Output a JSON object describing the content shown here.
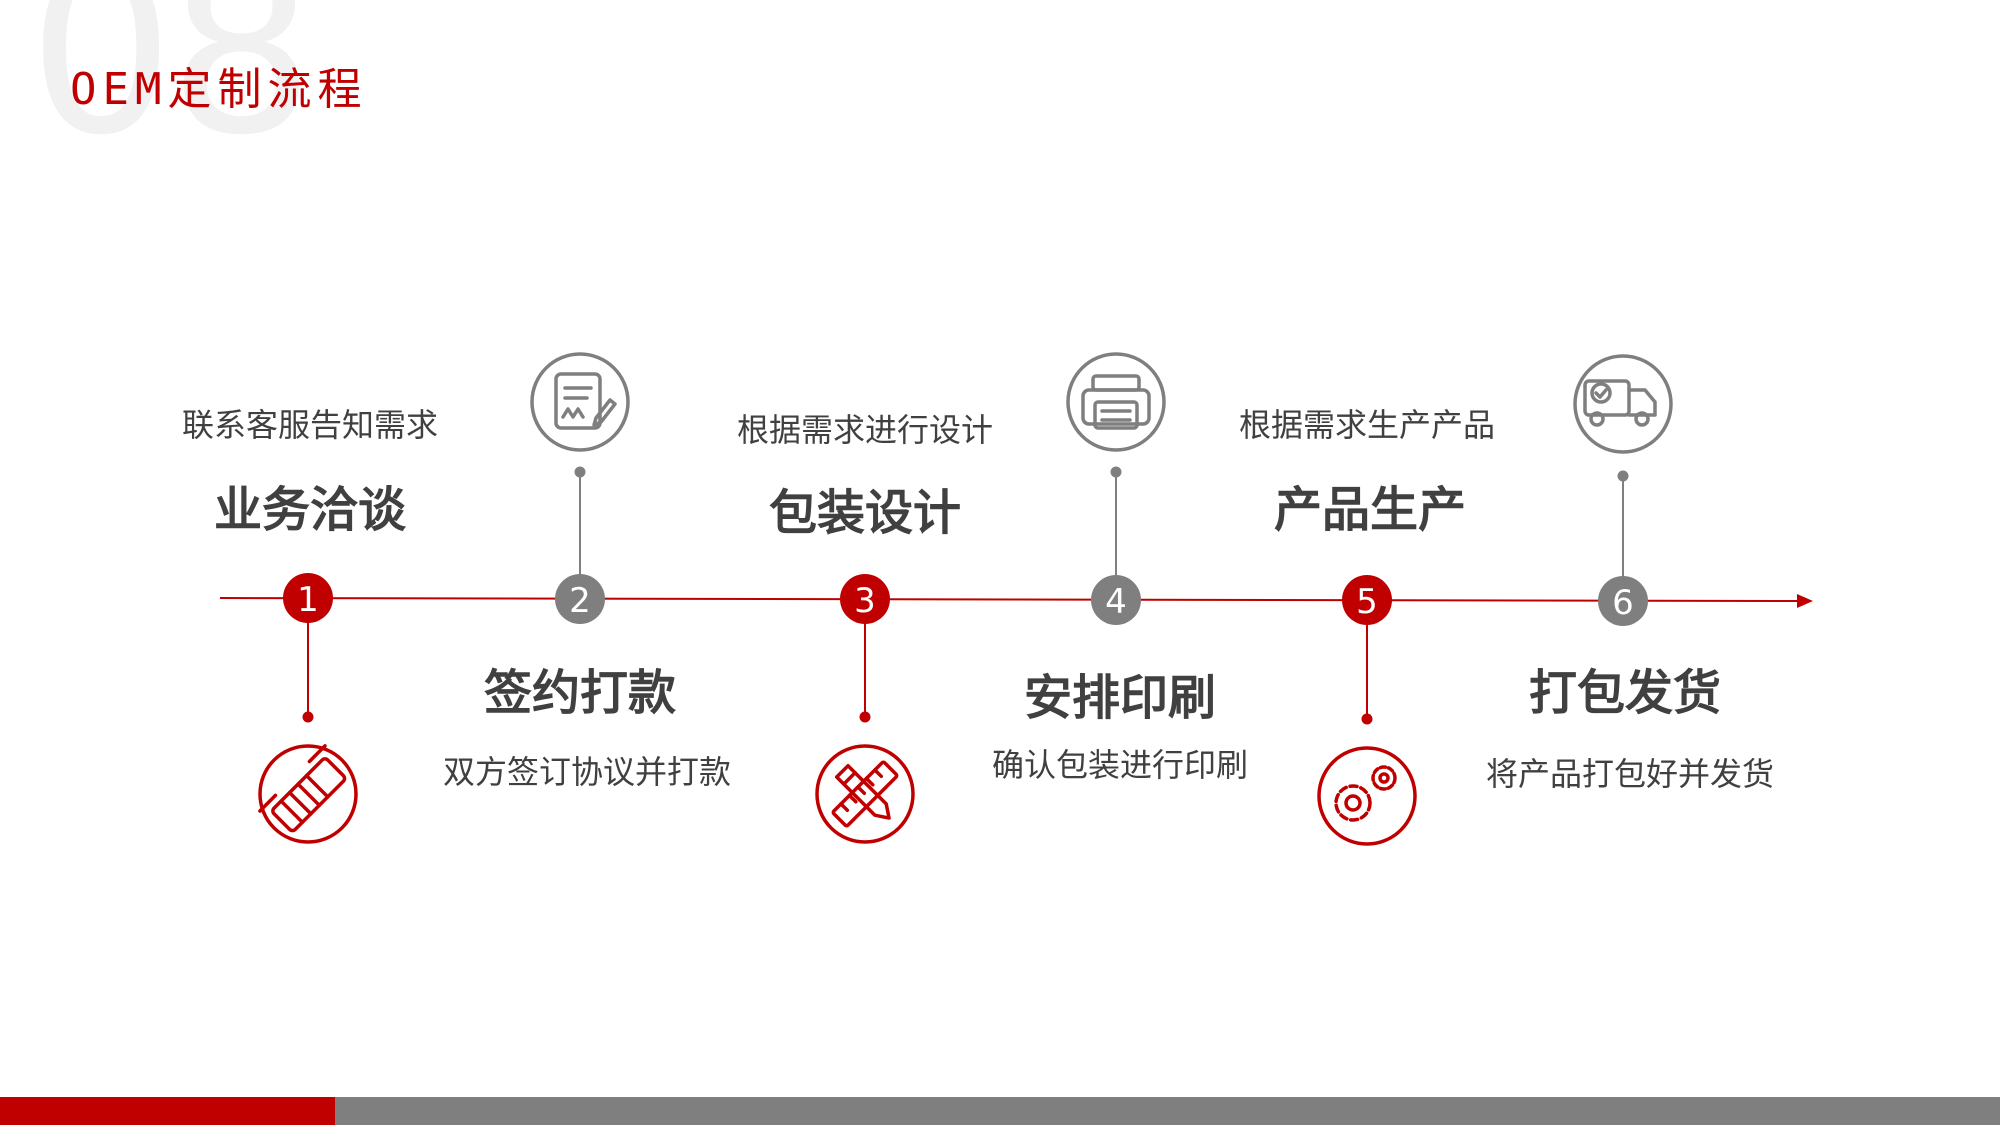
{
  "background_number": "08",
  "title": "OEM定制流程",
  "colors": {
    "accent": "#c00000",
    "gray": "#7f7f7f",
    "text": "#404040"
  },
  "steps": [
    {
      "number": "1",
      "title": "业务洽谈",
      "description": "联系客服告知需求",
      "icon": "handshake-icon",
      "color": "red"
    },
    {
      "number": "2",
      "title": "签约打款",
      "description": "双方签订协议并打款",
      "icon": "contract-sign-icon",
      "color": "gray"
    },
    {
      "number": "3",
      "title": "包装设计",
      "description": "根据需求进行设计",
      "icon": "pencil-ruler-icon",
      "color": "red"
    },
    {
      "number": "4",
      "title": "安排印刷",
      "description": "确认包装进行印刷",
      "icon": "printer-icon",
      "color": "gray"
    },
    {
      "number": "5",
      "title": "产品生产",
      "description": "根据需求生产产品",
      "icon": "gears-icon",
      "color": "red"
    },
    {
      "number": "6",
      "title": "打包发货",
      "description": "将产品打包好并发货",
      "icon": "delivery-truck-icon",
      "color": "gray"
    }
  ]
}
